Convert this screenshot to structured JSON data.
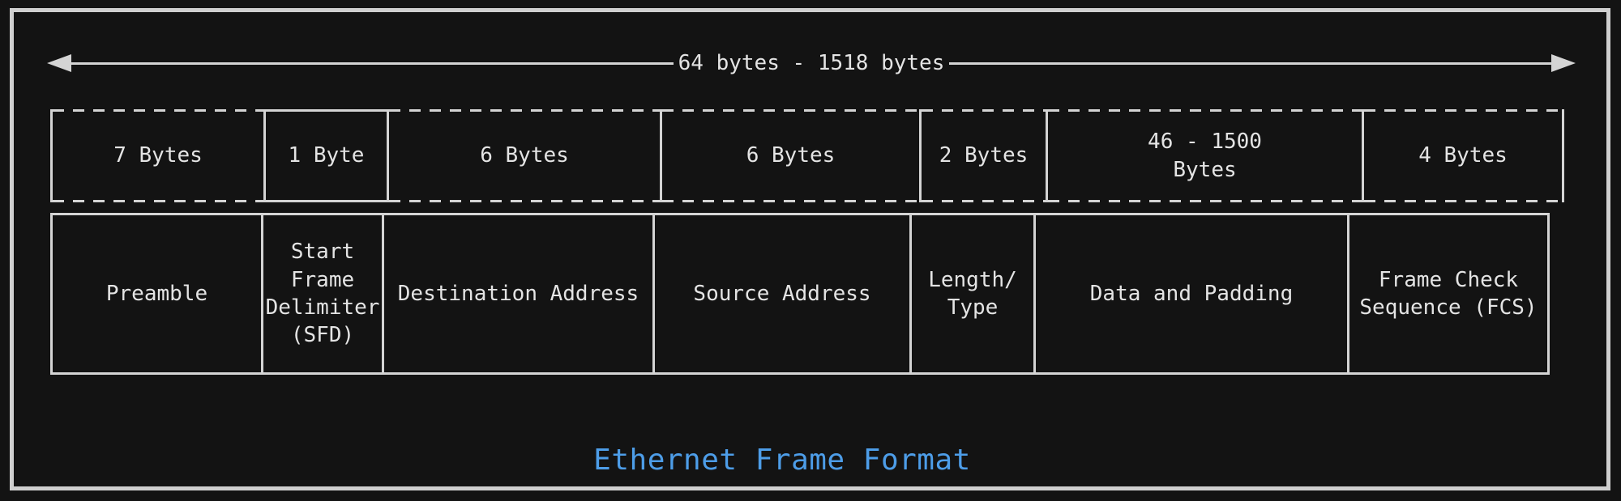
{
  "diagram": {
    "title": "Ethernet Frame Format",
    "arrow_label": "64 bytes - 1518 bytes",
    "colors": {
      "background": "#131313",
      "stroke": "#d4d4d4",
      "text": "#e4e4e4",
      "title": "#4d9de8"
    },
    "fields": [
      {
        "size": "7 Bytes",
        "name": "Preamble"
      },
      {
        "size": "1 Byte",
        "name": "Start Frame Delimiter (SFD)"
      },
      {
        "size": "6 Bytes",
        "name": "Destination Address"
      },
      {
        "size": "6 Bytes",
        "name": "Source Address"
      },
      {
        "size": "2 Bytes",
        "name": "Length/ Type"
      },
      {
        "size": "46 - 1500 Bytes",
        "name": "Data and Padding"
      },
      {
        "size": "4 Bytes",
        "name": "Frame Check Sequence (FCS)"
      }
    ]
  }
}
